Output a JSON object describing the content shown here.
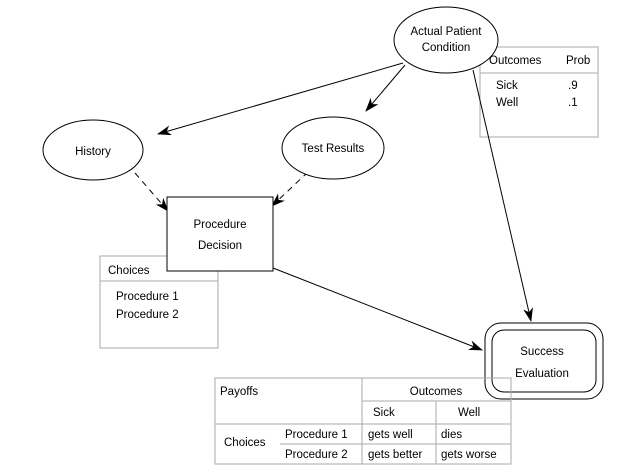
{
  "nodes": {
    "actual_patient_condition": [
      "Actual Patient",
      "Condition"
    ],
    "history": "History",
    "test_results": "Test Results",
    "procedure_decision": [
      "Procedure",
      "Decision"
    ],
    "success_evaluation": [
      "Success",
      "Evaluation"
    ]
  },
  "outcomes_table": {
    "headers": [
      "Outcomes",
      "Prob"
    ],
    "rows": [
      [
        "Sick",
        ".9"
      ],
      [
        "Well",
        ".1"
      ]
    ]
  },
  "choices_table": {
    "header": "Choices",
    "items": [
      "Procedure 1",
      "Procedure 2"
    ]
  },
  "payoffs_table": {
    "title": "Payoffs",
    "outcomes_label": "Outcomes",
    "columns": [
      "Sick",
      "Well"
    ],
    "row_group_label": "Choices",
    "rows": [
      {
        "label": "Procedure 1",
        "cells": [
          "gets well",
          "dies"
        ]
      },
      {
        "label": "Procedure 2",
        "cells": [
          "gets better",
          "gets worse"
        ]
      }
    ]
  }
}
